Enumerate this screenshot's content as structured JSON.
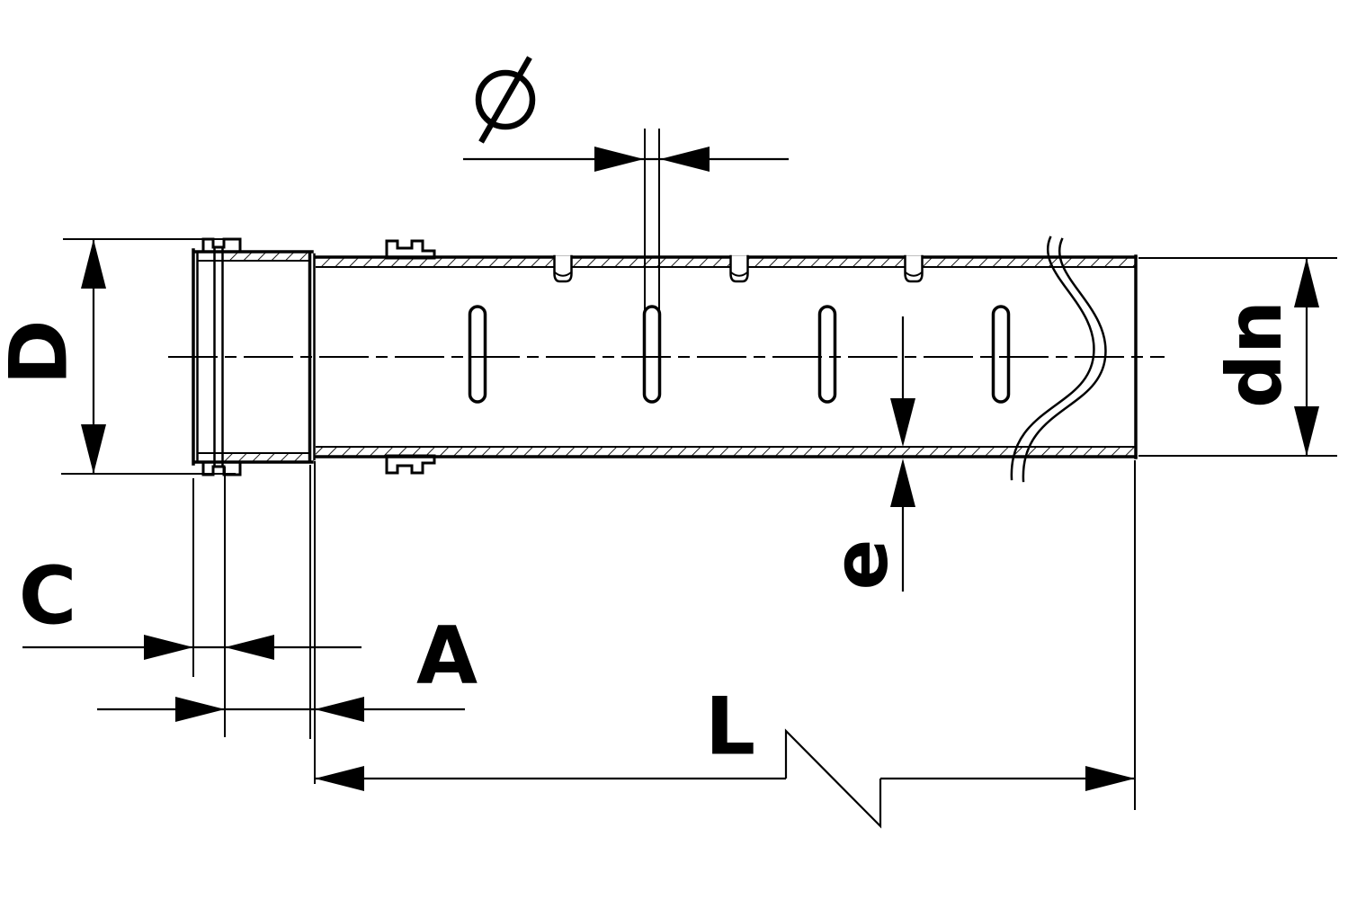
{
  "drawing": {
    "labels": {
      "socket_outer_diameter": "D",
      "slot_width_symbol": "Ø",
      "nominal_diameter": "dn",
      "wall_thickness": "e",
      "socket_mouth_dim": "C",
      "socket_depth_dim": "A",
      "pipe_length_dim": "L"
    },
    "colors": {
      "ink": "#000000",
      "paper": "#ffffff"
    }
  }
}
